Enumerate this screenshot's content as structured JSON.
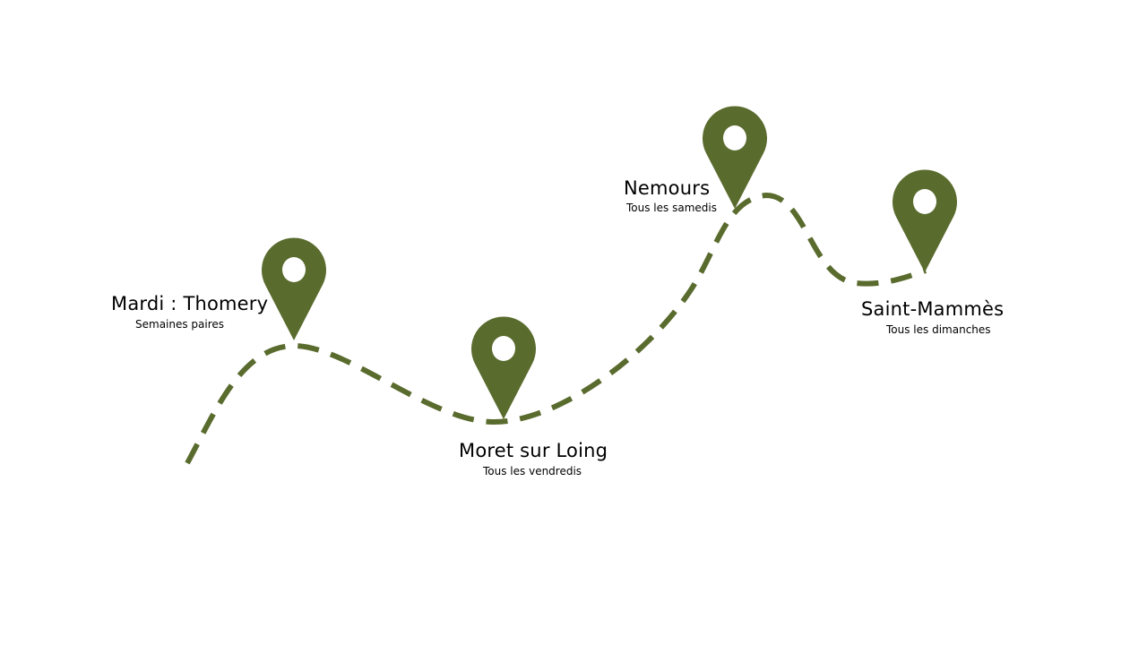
{
  "colors": {
    "accent": "#5a6b2e",
    "background": "#ffffff",
    "text": "#000000"
  },
  "stops": [
    {
      "name": "Mardi : Thomery",
      "schedule": "Semaines paires",
      "icon": "map-pin-icon"
    },
    {
      "name": "Moret sur Loing",
      "schedule": "Tous les vendredis",
      "icon": "map-pin-icon"
    },
    {
      "name": "Nemours",
      "schedule": "Tous les samedis",
      "icon": "map-pin-icon"
    },
    {
      "name": "Saint-Mammès",
      "schedule": "Tous les dimanches",
      "icon": "map-pin-icon"
    }
  ]
}
